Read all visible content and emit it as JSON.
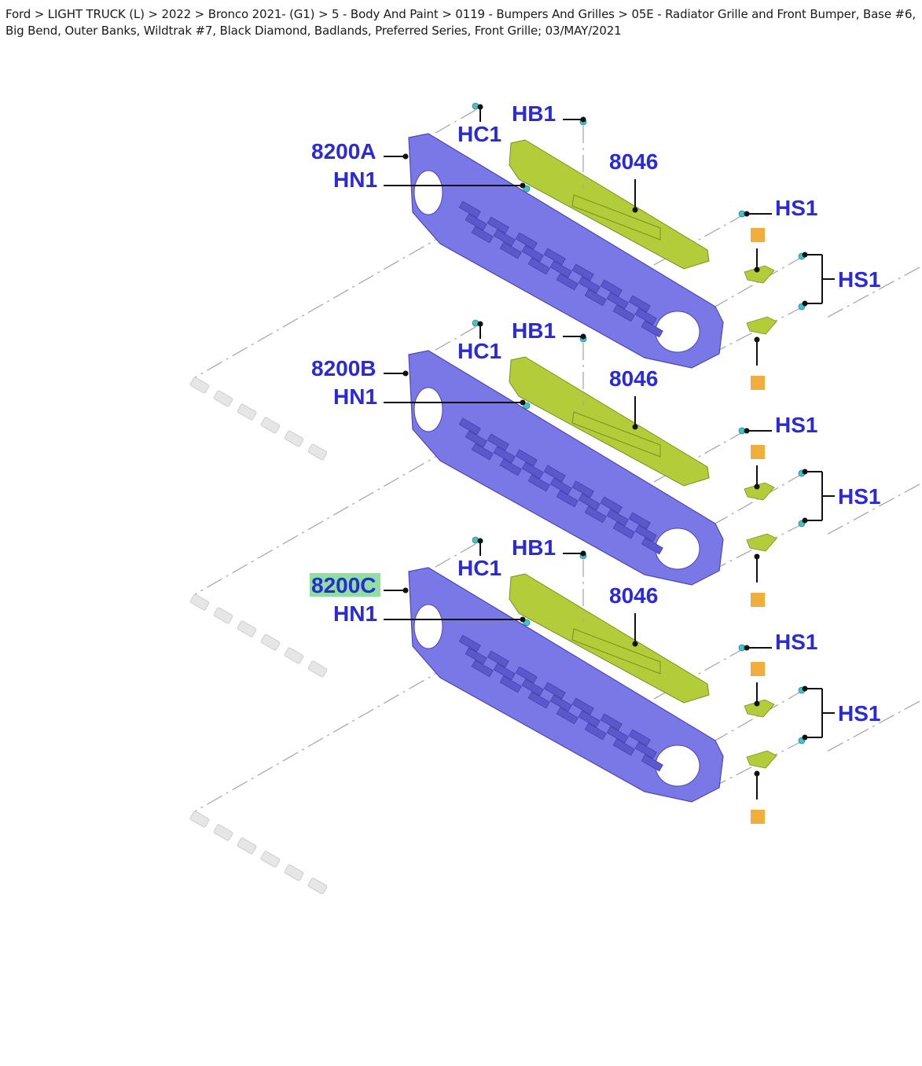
{
  "breadcrumb": {
    "text": "Ford > LIGHT TRUCK (L) > 2022 > Bronco 2021- (G1) > 5 - Body And Paint > 0119 - Bumpers And Grilles > 05E - Radiator Grille and Front Bumper, Base #6, Big Bend, Outer Banks, Wildtrak #7, Black Diamond, Badlands, Preferred Series, Front Grille; 03/MAY/2021"
  },
  "colors": {
    "grille": "#7a78e6",
    "bracket": "#b3cc3a",
    "fastener": "#47c0c8",
    "callout_text": "#2a2ad6",
    "highlight": "#8fe0a0",
    "note_square": "#f2ae3c"
  },
  "assemblies": [
    {
      "grille_label": "8200A",
      "highlighted": false,
      "labels": {
        "hc1": "HC1",
        "hb1": "HB1",
        "hn1": "HN1",
        "bracket": "8046",
        "hs1_top": "HS1",
        "hs1_right": "HS1"
      }
    },
    {
      "grille_label": "8200B",
      "highlighted": false,
      "labels": {
        "hc1": "HC1",
        "hb1": "HB1",
        "hn1": "HN1",
        "bracket": "8046",
        "hs1_top": "HS1",
        "hs1_right": "HS1"
      }
    },
    {
      "grille_label": "8200C",
      "highlighted": true,
      "labels": {
        "hc1": "HC1",
        "hb1": "HB1",
        "hn1": "HN1",
        "bracket": "8046",
        "hs1_top": "HS1",
        "hs1_right": "HS1"
      }
    }
  ],
  "emblem_icon": "bronco-letters-emblem"
}
